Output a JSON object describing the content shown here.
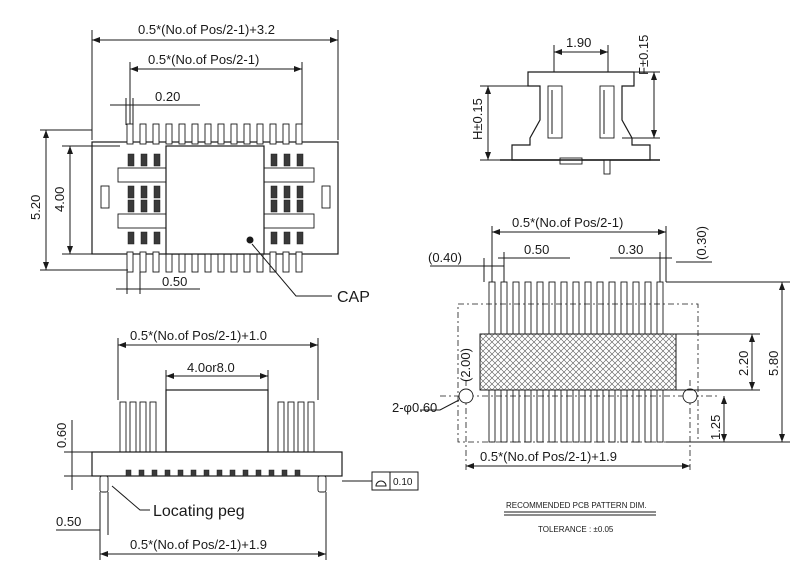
{
  "top_view": {
    "dim_overall": "0.5*(No.of Pos/2-1)+3.2",
    "dim_pitch_span": "0.5*(No.of Pos/2-1)",
    "dim_pin_width": "0.20",
    "dim_height_outer": "5.20",
    "dim_height_inner": "4.00",
    "dim_pitch": "0.50",
    "cap_label": "CAP"
  },
  "side_view": {
    "dim_pitch_1": "1.90",
    "dim_f": "F±0.15",
    "dim_h": "H±0.15"
  },
  "front_view": {
    "dim_overall": "0.5*(No.of Pos/2-1)+1.0",
    "dim_cap": "4.0or8.0",
    "dim_height": "0.60",
    "dim_peg_offset": "0.50",
    "dim_bottom": "0.5*(No.of Pos/2-1)+1.9",
    "locating_peg_label": "Locating peg",
    "flatness_value": "0.10"
  },
  "pcb_pattern": {
    "dim_pitch_span": "0.5*(No.of Pos/2-1)",
    "dim_040": "(0.40)",
    "dim_050": "0.50",
    "dim_030": "0.30",
    "dim_030_paren": "(0.30)",
    "dim_200": "(2.00)",
    "dim_220": "2.20",
    "dim_580": "5.80",
    "dim_125": "1.25",
    "dim_hole": "2-φ0.60",
    "dim_bottom": "0.5*(No.of Pos/2-1)+1.9",
    "title": "RECOMMENDED PCB PATTERN DIM.",
    "tolerance": "TOLERANCE : ±0.05"
  }
}
